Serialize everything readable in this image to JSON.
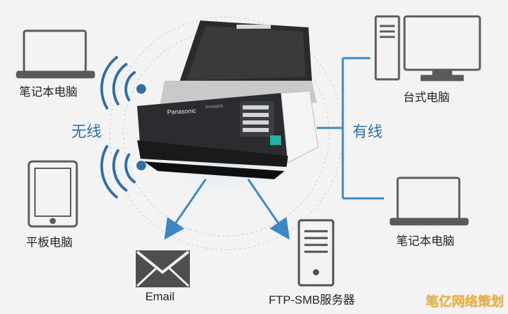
{
  "labels": {
    "laptop_left": "笔记本电脑",
    "wireless": "无线",
    "tablet": "平板电脑",
    "desktop": "台式电脑",
    "wired": "有线",
    "laptop_right": "笔记本电脑",
    "email": "Email",
    "ftp_smb": "FTP-SMB服务器"
  },
  "scanner": {
    "brand": "Panasonic",
    "model": "KV-S1057C"
  },
  "watermark": "笔亿网络策划",
  "colors": {
    "connector": "#3b86c6",
    "label_accent": "#2f6ea8",
    "device_outline": "#5a5a5a",
    "scanner_body": "#2a2c30",
    "watermark": "#e9b44a"
  },
  "icons": [
    "laptop-icon",
    "wifi-icon",
    "tablet-icon",
    "desktop-icon",
    "laptop-icon",
    "envelope-icon",
    "server-icon",
    "scanner-image"
  ]
}
